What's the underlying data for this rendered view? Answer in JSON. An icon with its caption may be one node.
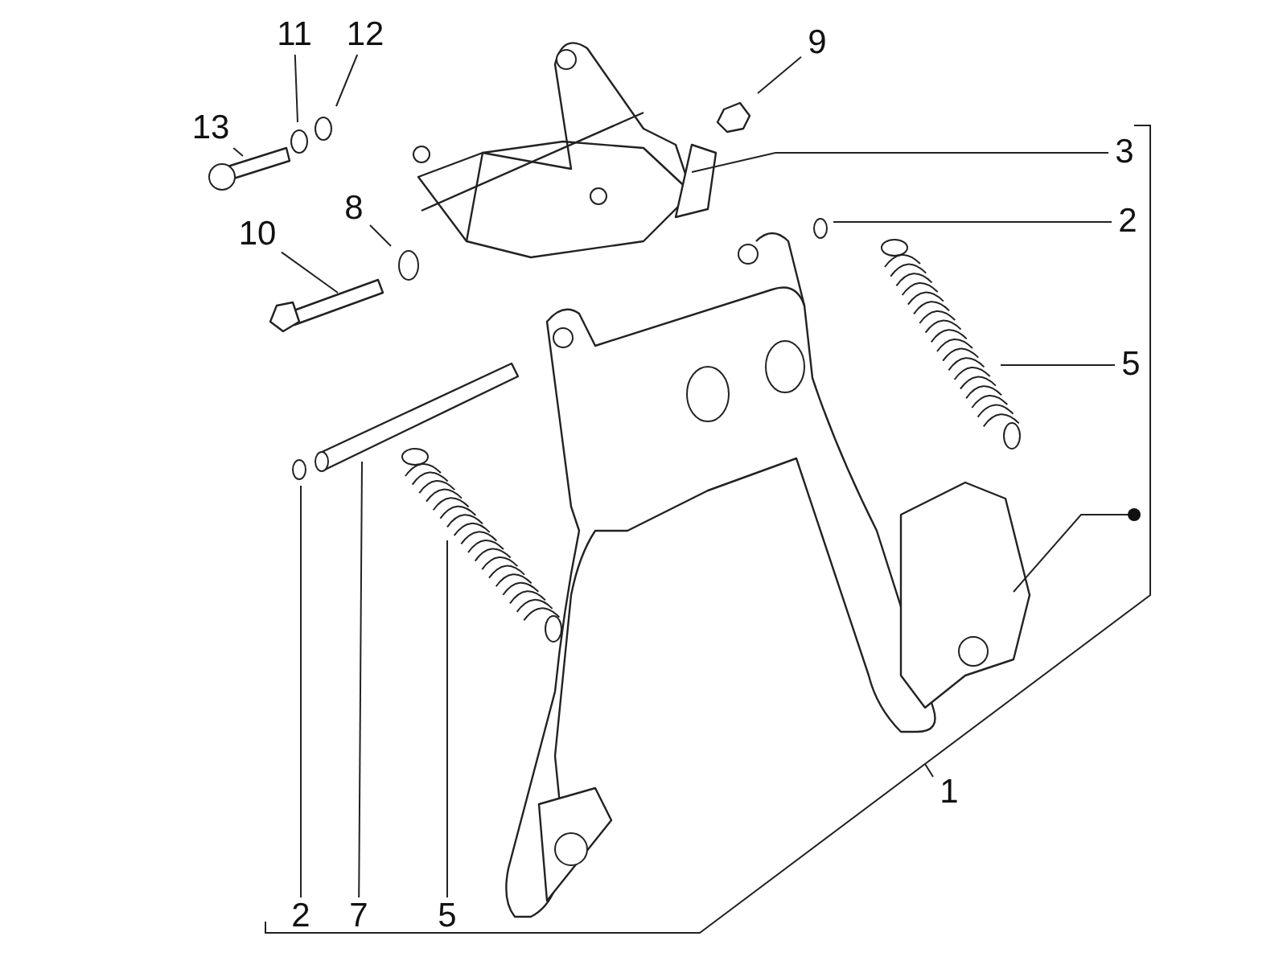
{
  "diagram": {
    "nodes": [
      {
        "text": [
          "13"
        ]
      },
      {
        "text": [
          "11"
        ]
      },
      {
        "text": [
          "12"
        ]
      },
      {
        "text": [
          "9"
        ]
      },
      {
        "text": [
          "3"
        ]
      },
      {
        "text": [
          "8"
        ]
      },
      {
        "text": [
          "10"
        ]
      },
      {
        "text": [
          "2"
        ]
      },
      {
        "text": [
          "5"
        ]
      },
      {
        "text": [
          "2"
        ]
      },
      {
        "text": [
          "7"
        ]
      },
      {
        "text": [
          "5"
        ]
      }
    ],
    "edges": [
      {
        "from": 0,
        "to": null,
        "arrow": "none"
      },
      {
        "from": 1,
        "to": null,
        "arrow": "none"
      },
      {
        "from": 2,
        "to": null,
        "arrow": "none"
      },
      {
        "from": 3,
        "to": null,
        "arrow": "none"
      },
      {
        "from": 4,
        "to": null,
        "arrow": "none"
      },
      {
        "from": 5,
        "to": null,
        "arrow": "none"
      },
      {
        "from": 6,
        "to": null,
        "arrow": "none"
      },
      {
        "from": 7,
        "to": null,
        "arrow": "none"
      },
      {
        "from": 8,
        "to": null,
        "arrow": "none"
      },
      {
        "from": 9,
        "to": null,
        "arrow": "none"
      },
      {
        "from": 10,
        "to": null,
        "arrow": "none"
      },
      {
        "from": 11,
        "to": null,
        "arrow": "none"
      }
    ],
    "labels": [
      "1"
    ]
  }
}
